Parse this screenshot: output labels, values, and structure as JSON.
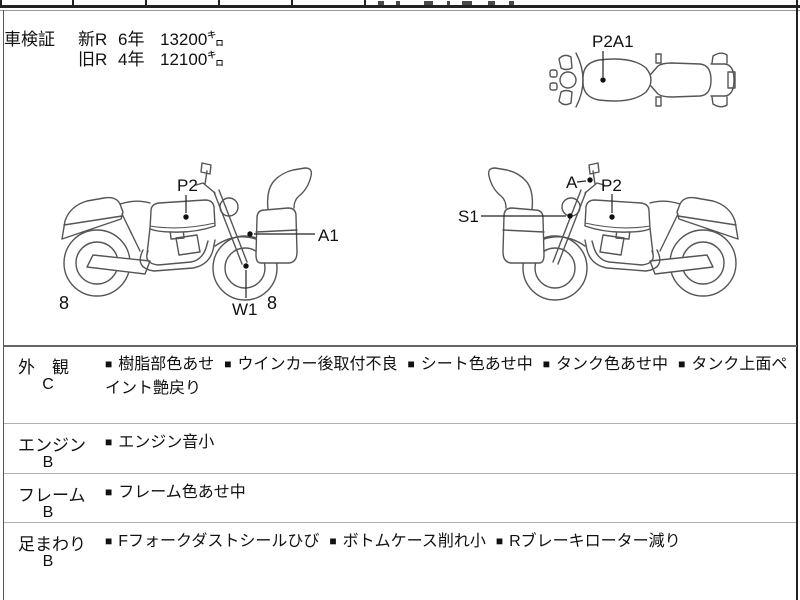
{
  "bullet": "■",
  "header": {
    "title": "車検証",
    "rows": [
      {
        "reg": "新R",
        "age": "6年",
        "distance": "13200㌔"
      },
      {
        "reg": "旧R",
        "age": "4年",
        "distance": "12100㌔"
      }
    ]
  },
  "diagram": {
    "top_view": {
      "label": "P2A1"
    },
    "left_view": {
      "tank_label": "P2",
      "front_label": "A1",
      "wheel_label": "W1",
      "rear_number": "8",
      "front_number": "8"
    },
    "right_view": {
      "headlight_label": "S1",
      "mirror_label": "A",
      "tank_label": "P2"
    }
  },
  "sections": [
    {
      "name": "外　観",
      "grade": "C",
      "items": [
        "樹脂部色あせ",
        "ウインカー後取付不良",
        "シート色あせ中",
        "タンク色あせ中",
        "タンク上面ペイント艶戻り"
      ]
    },
    {
      "name": "エンジン",
      "grade": "B",
      "items": [
        "エンジン音小"
      ]
    },
    {
      "name": "フレーム",
      "grade": "B",
      "items": [
        "フレーム色あせ中"
      ]
    },
    {
      "name": "足まわり",
      "grade": "B",
      "items": [
        "Fフォークダストシールひび",
        "ボトムケース削れ小",
        "Rブレーキローター減り"
      ]
    }
  ]
}
